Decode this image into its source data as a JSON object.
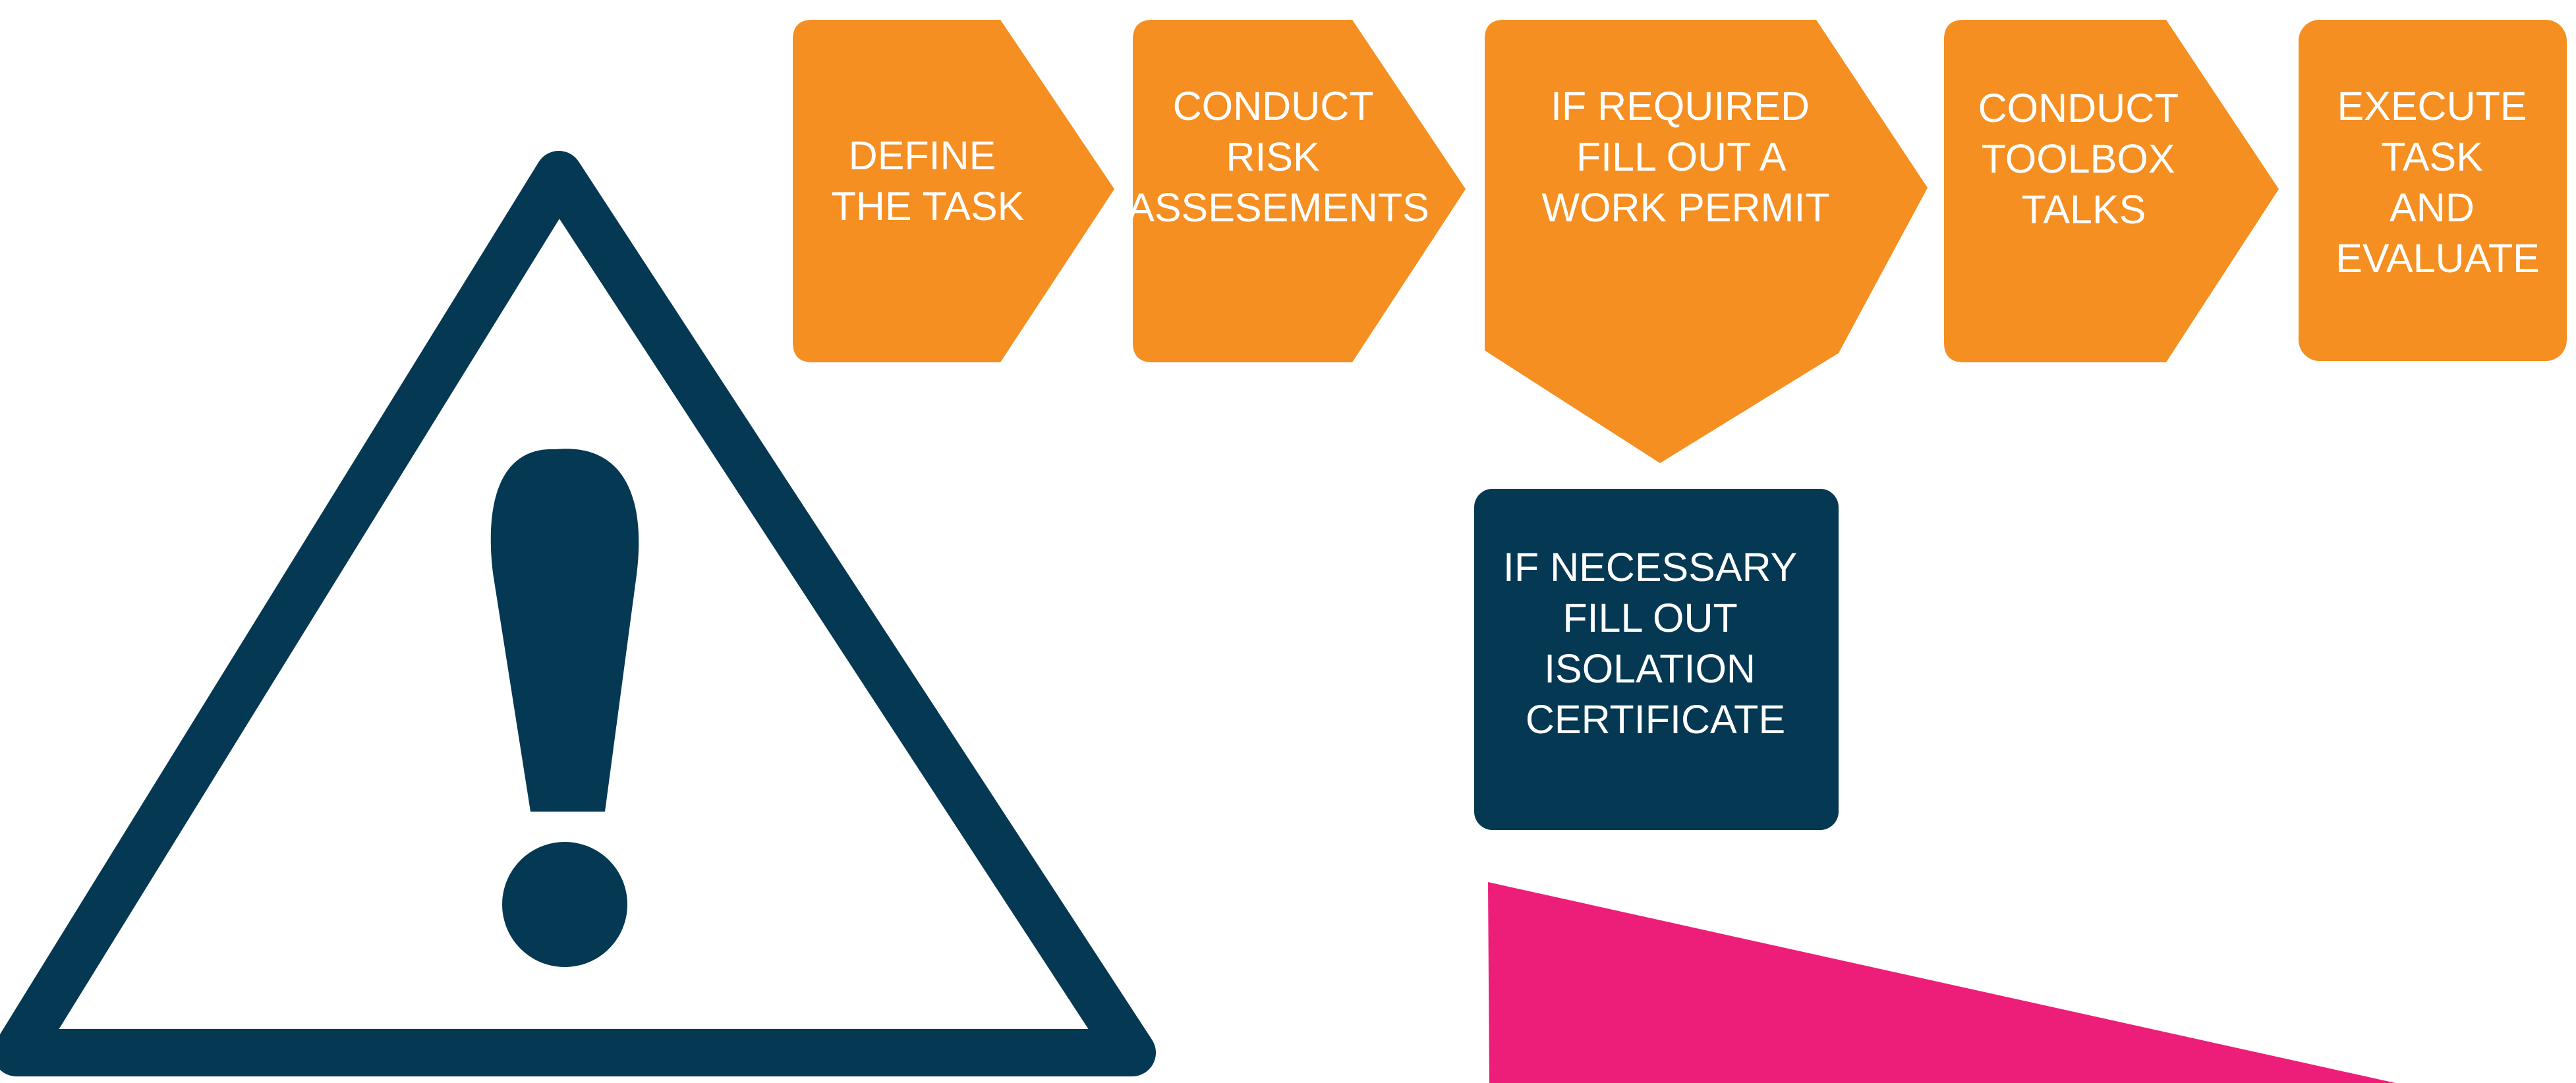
{
  "steps": [
    {
      "lines": [
        "DEFINE",
        "THE TASK"
      ]
    },
    {
      "lines": [
        "CONDUCT",
        "RISK",
        "ASSESEMENTS"
      ]
    },
    {
      "lines": [
        "IF REQUIRED",
        "FILL OUT A",
        "WORK PERMIT"
      ]
    },
    {
      "lines": [
        "CONDUCT",
        "TOOLBOX",
        "TALKS"
      ]
    },
    {
      "lines": [
        "EXECUTE",
        "TASK",
        "AND",
        "EVALUATE"
      ]
    }
  ],
  "sub_step": {
    "lines": [
      "IF NECESSARY",
      "FILL OUT",
      "ISOLATION",
      "CERTIFICATE"
    ]
  },
  "icons": [
    "warning-triangle-icon",
    "exclamation-icon"
  ],
  "colors": {
    "step": "#F58F21",
    "sub_step": "#043853",
    "warning": "#043853",
    "accent_shape": "#ED1E79"
  }
}
